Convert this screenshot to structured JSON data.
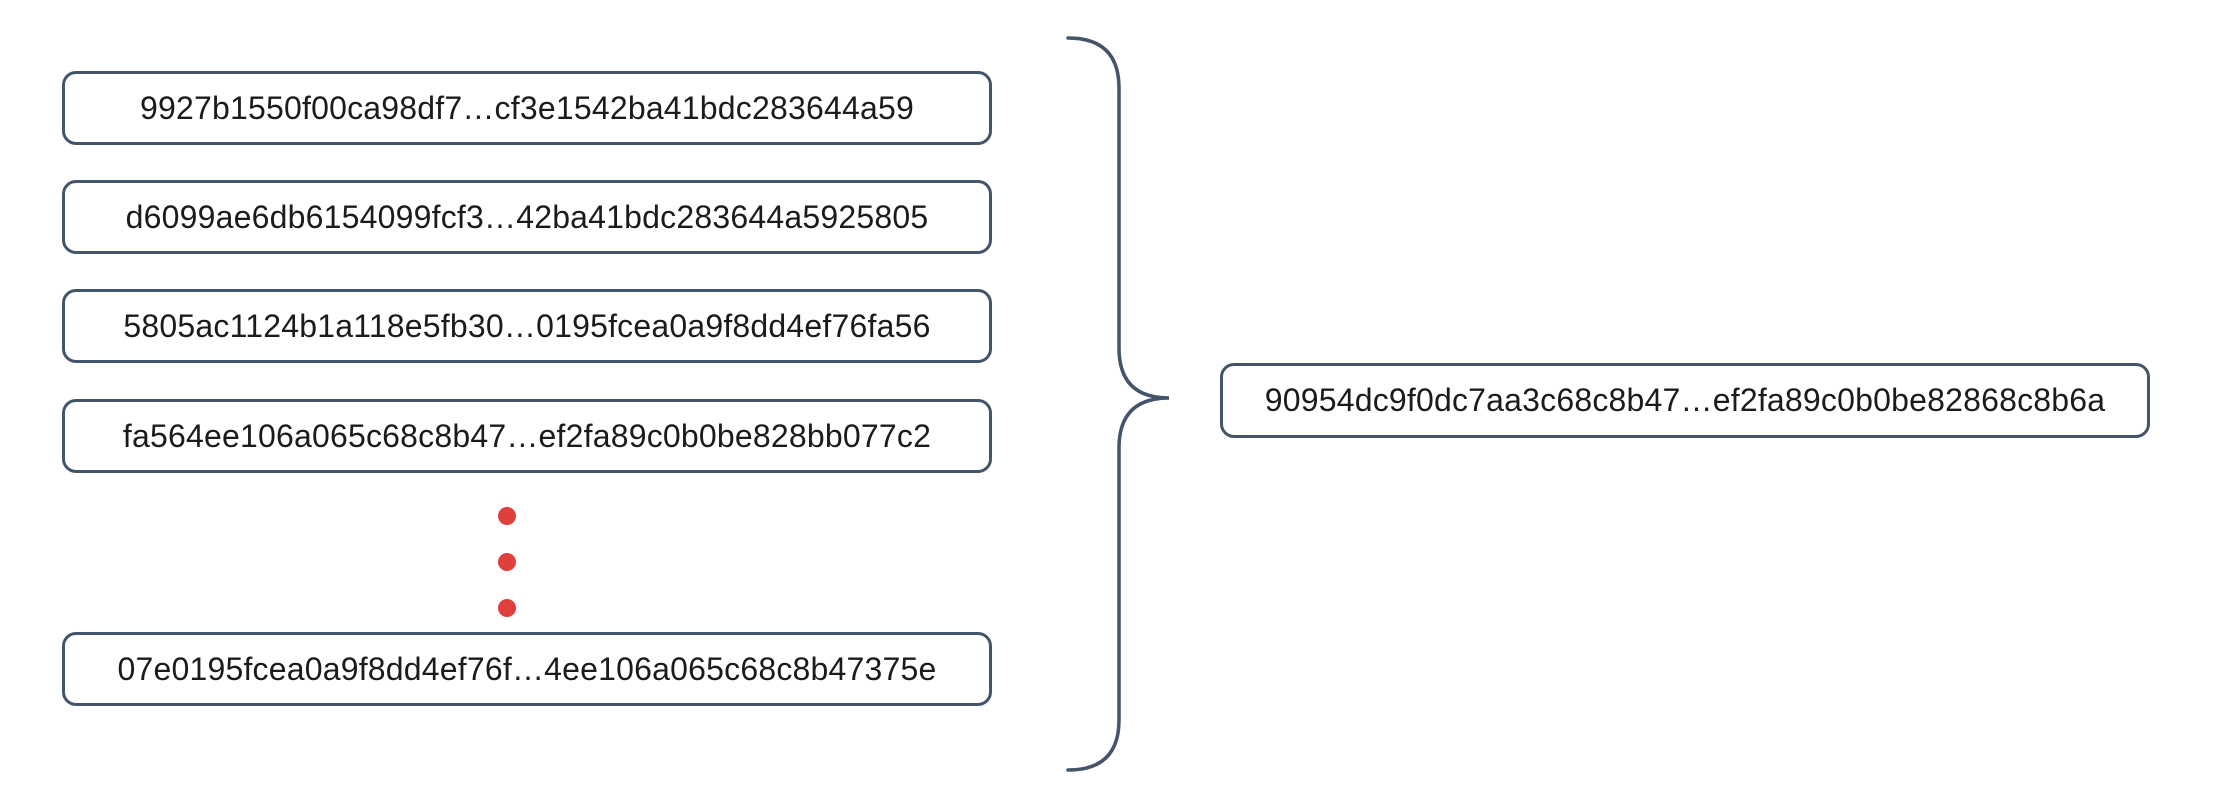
{
  "diagram": {
    "description_blocks": {
      "blocks": [
        {
          "label": "9927b1550f00ca98df7…cf3e1542ba41bdc283644a59"
        },
        {
          "label": "d6099ae6db6154099fcf3…42ba41bdc283644a5925805"
        },
        {
          "label": "5805ac1124b1a118e5fb30…0195fcea0a9f8dd4ef76fa56"
        },
        {
          "label": "fa564ee106a065c68c8b47…ef2fa89c0b0be828bb077c2"
        },
        {
          "label": "07e0195fcea0a9f8dd4ef76f…4ee106a065c68c8b47375e"
        }
      ],
      "result": {
        "label": "90954dc9f0dc7aa3c68c8b47…ef2fa89c0b0be82868c8b6a"
      },
      "ellipsis_dot_count": 3
    },
    "colors": {
      "box_border": "#44546A",
      "brace_stroke": "#44546A",
      "ellipsis_dot": "#DF403D",
      "text": "#1b1b1b",
      "background": "#ffffff"
    }
  }
}
